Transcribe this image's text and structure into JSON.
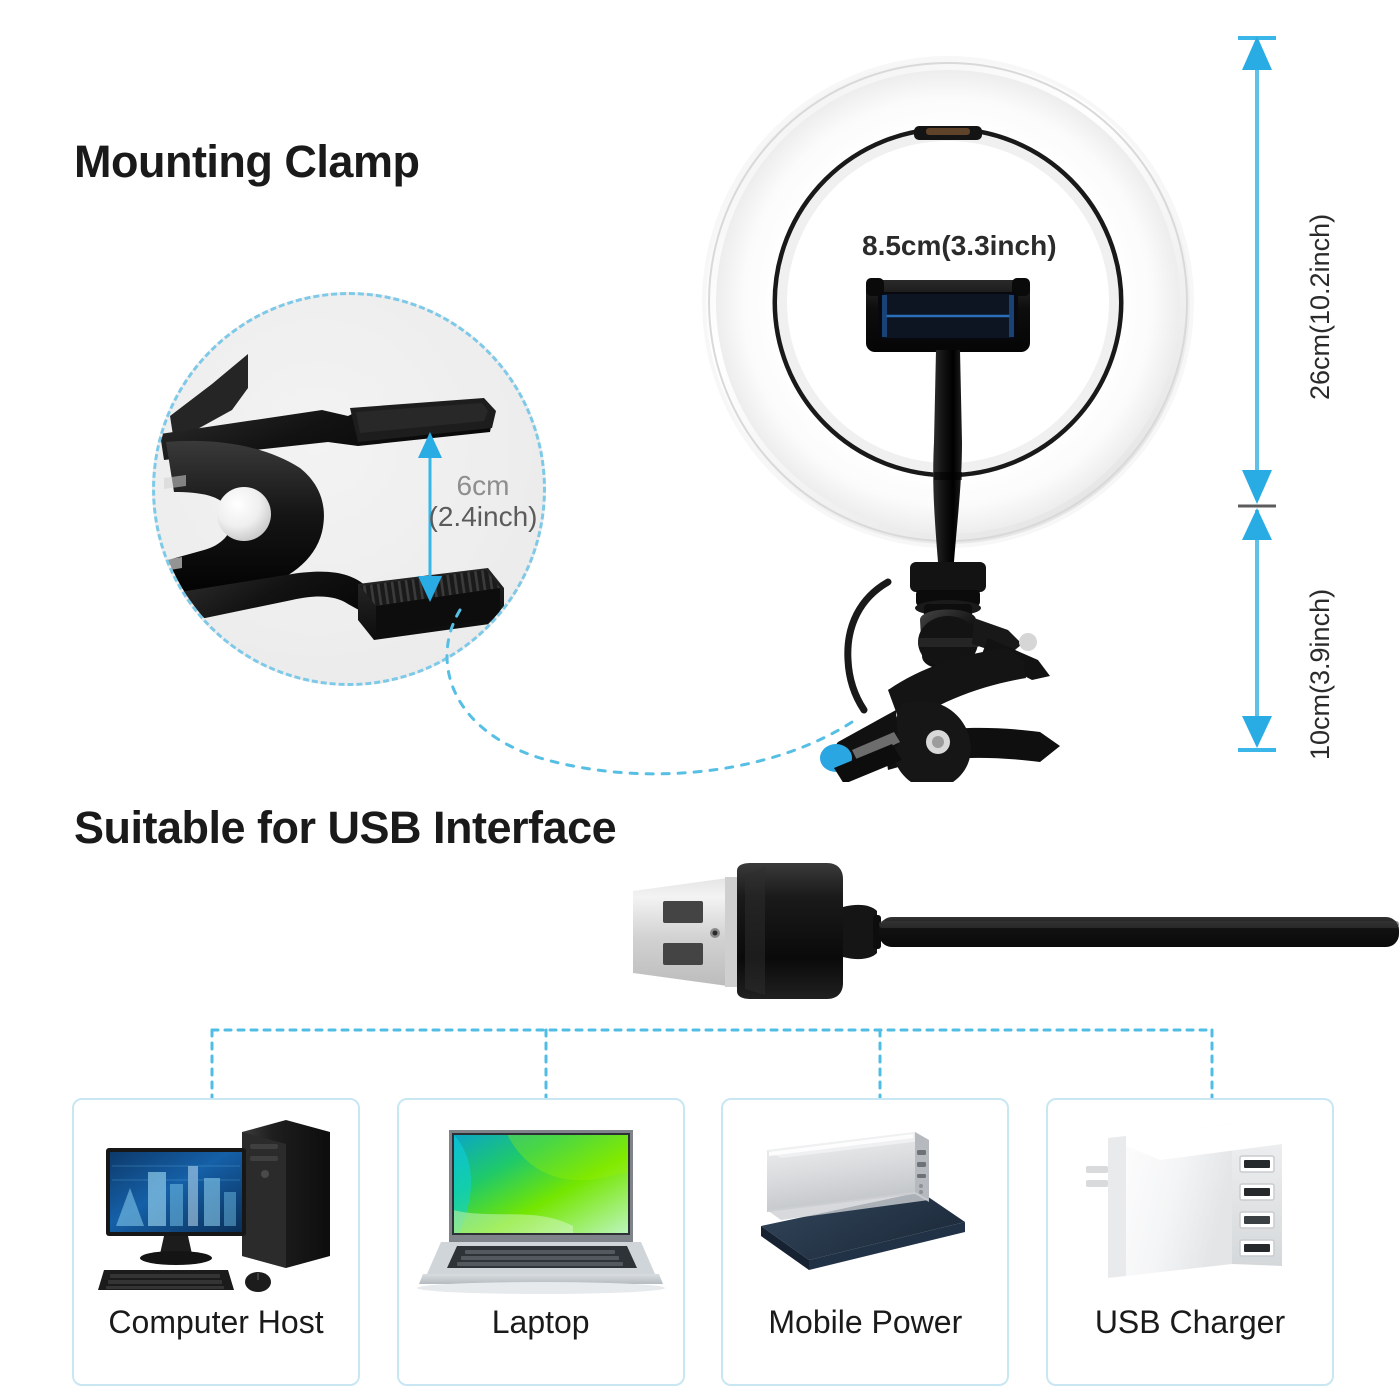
{
  "sections": {
    "clamp": {
      "heading": "Mounting Clamp",
      "detail_dimension_line1": "6cm",
      "detail_dimension_line2": "(2.4inch)"
    },
    "usb": {
      "heading": "Suitable for USB Interface"
    }
  },
  "product": {
    "phone_holder_width": "8.5cm(3.3inch)",
    "ring_diameter": "26cm(10.2inch)",
    "clamp_height": "10cm(3.9inch)"
  },
  "devices": [
    {
      "label": "Computer Host",
      "icon": "desktop-computer-icon"
    },
    {
      "label": "Laptop",
      "icon": "laptop-icon"
    },
    {
      "label": "Mobile Power",
      "icon": "power-bank-icon"
    },
    {
      "label": "USB Charger",
      "icon": "usb-wall-charger-icon"
    }
  ],
  "colors": {
    "accent_blue": "#29ace3",
    "dashed_line": "#7ec9e8",
    "box_border": "#c9e7f2",
    "heading_text": "#1a1a1a",
    "dim_text": "#2b2b2b",
    "muted_text": "#8e8e8e",
    "product_black": "#101010",
    "ring_white": "#ffffff"
  }
}
